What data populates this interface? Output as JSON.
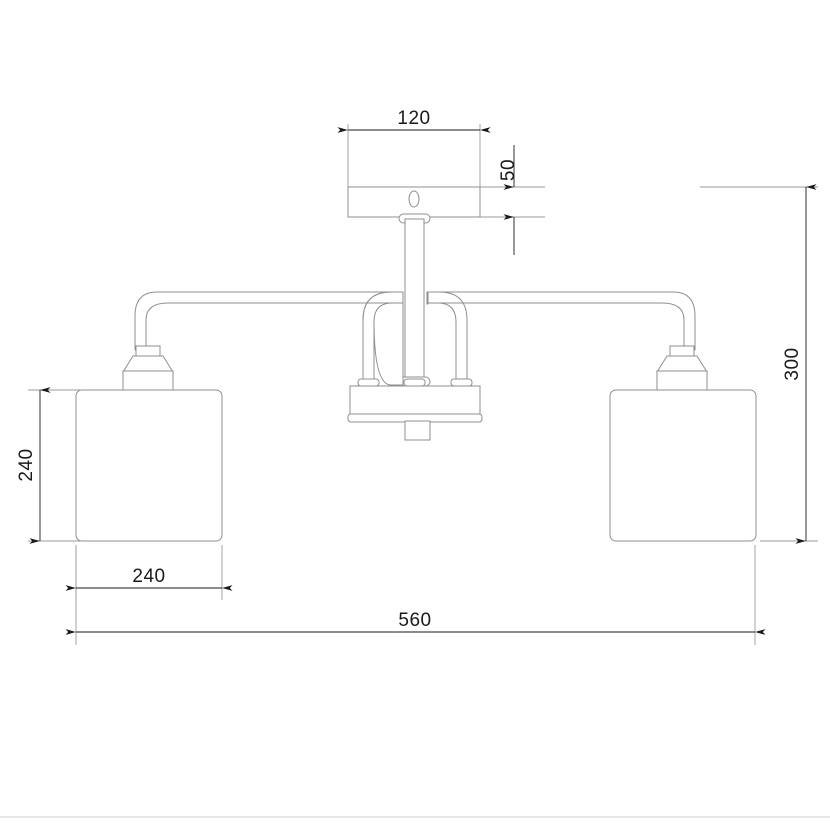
{
  "drawing": {
    "title": "Two-arm ceiling lamp dimensional drawing",
    "units": "mm",
    "background_color": "#ffffff",
    "object_line_color": "#8a8a8a",
    "dimension_line_color": "#3c3c3c",
    "text_color": "#1a1a1a",
    "view": "front elevation"
  },
  "dimensions": {
    "canopy_width": {
      "value": "120",
      "orientation": "horizontal",
      "describes": "ceiling canopy plate width"
    },
    "canopy_height": {
      "value": "50",
      "orientation": "vertical",
      "describes": "ceiling canopy plate height"
    },
    "total_height": {
      "value": "300",
      "orientation": "vertical",
      "describes": "overall fixture height"
    },
    "shade_height": {
      "value": "240",
      "orientation": "vertical",
      "describes": "lamp shade height"
    },
    "shade_width": {
      "value": "240",
      "orientation": "horizontal",
      "describes": "lamp shade width"
    },
    "total_width": {
      "value": "560",
      "orientation": "horizontal",
      "describes": "overall fixture width"
    }
  },
  "components": {
    "canopy": "ceiling-canopy-plate",
    "canopy_hole": "canopy-center-hole",
    "stem": "central-stem-tube",
    "hub": "central-hub-body",
    "hub_tab": "hub-bottom-tab",
    "left_arm": "left-curved-arm",
    "right_arm": "right-curved-arm",
    "left_socket": "left-socket-holder",
    "right_socket": "right-socket-holder",
    "left_shade": "left-lamp-shade",
    "right_shade": "right-lamp-shade"
  }
}
